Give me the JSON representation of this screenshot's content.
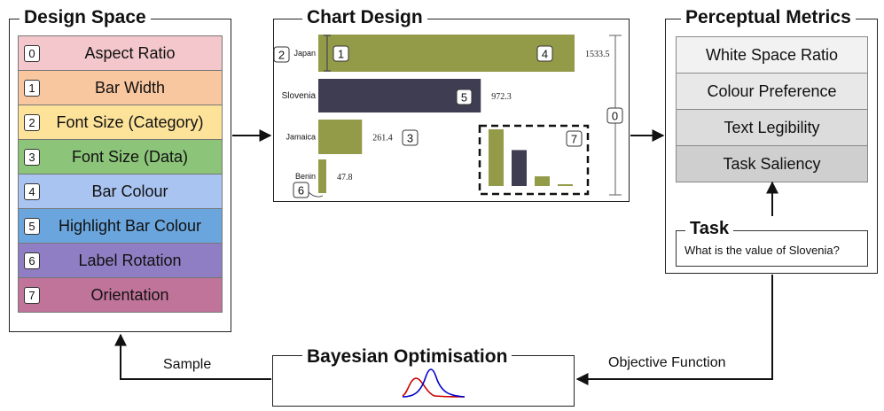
{
  "design_space": {
    "title": "Design Space",
    "items": [
      {
        "index": "0",
        "label": "Aspect Ratio",
        "color": "#f3c7cb"
      },
      {
        "index": "1",
        "label": "Bar Width",
        "color": "#f8c69f"
      },
      {
        "index": "2",
        "label": "Font Size (Category)",
        "color": "#fde39a"
      },
      {
        "index": "3",
        "label": "Font Size (Data)",
        "color": "#8cc479"
      },
      {
        "index": "4",
        "label": "Bar Colour",
        "color": "#a9c4f0"
      },
      {
        "index": "5",
        "label": "Highlight Bar Colour",
        "color": "#6aa6dd"
      },
      {
        "index": "6",
        "label": "Label Rotation",
        "color": "#8f7ec3"
      },
      {
        "index": "7",
        "label": "Orientation",
        "color": "#c0749a"
      }
    ]
  },
  "chart_design": {
    "title": "Chart Design",
    "chart_data": {
      "type": "bar",
      "orientation": "horizontal",
      "categories": [
        "Japan",
        "Slovenia",
        "Jamaica",
        "Benin"
      ],
      "values": [
        1533.5,
        972.3,
        261.4,
        47.8
      ],
      "value_labels": [
        "1533.5",
        "972.3",
        "261.4",
        "47.8"
      ],
      "highlight_index": 1,
      "bar_color": "#939a48",
      "highlight_color": "#3f3d52",
      "xlim": [
        0,
        1533.5
      ]
    },
    "markers": [
      "0",
      "1",
      "2",
      "3",
      "4",
      "5",
      "6",
      "7"
    ]
  },
  "perceptual_metrics": {
    "title": "Perceptual Metrics",
    "items": [
      {
        "label": "White Space Ratio",
        "color": "#f2f2f2"
      },
      {
        "label": "Colour Preference",
        "color": "#e8e8e8"
      },
      {
        "label": "Text Legibility",
        "color": "#dcdcdc"
      },
      {
        "label": "Task Saliency",
        "color": "#cfcfcf"
      }
    ]
  },
  "task": {
    "title": "Task",
    "question": "What is the value of Slovenia?"
  },
  "bayesian": {
    "title": "Bayesian Optimisation",
    "curve_colors": [
      "#cc0000",
      "#0000cc"
    ]
  },
  "flows": {
    "sample": "Sample",
    "objective": "Objective Function"
  }
}
